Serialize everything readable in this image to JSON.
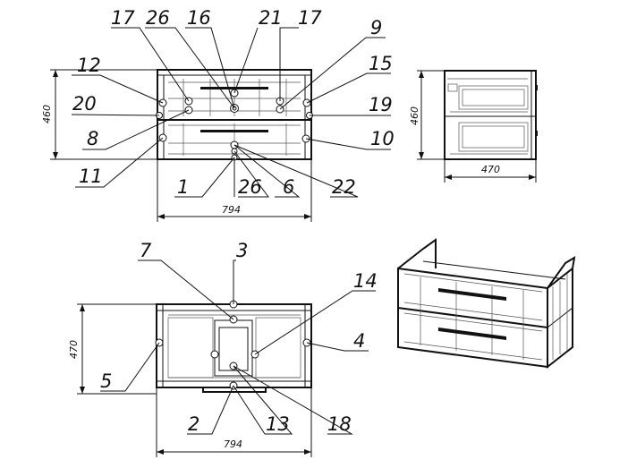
{
  "front_view": {
    "callouts": [
      "17",
      "26",
      "16",
      "21",
      "17",
      "9",
      "12",
      "15",
      "20",
      "19",
      "8",
      "10",
      "11",
      "1",
      "26",
      "6",
      "22"
    ],
    "width_dim": "794",
    "height_dim": "460"
  },
  "side_view": {
    "height_dim": "460",
    "depth_dim": "470"
  },
  "top_view": {
    "callouts": [
      "7",
      "3",
      "14",
      "4",
      "5",
      "2",
      "13",
      "18"
    ],
    "width_dim": "794",
    "depth_dim": "470"
  }
}
